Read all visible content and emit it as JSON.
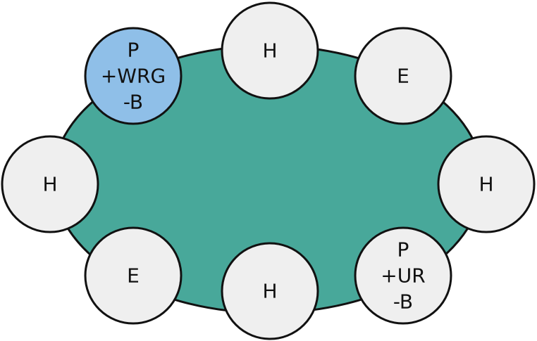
{
  "colors": {
    "table_fill": "#48a89a",
    "seat_fill": "#efefef",
    "seat_highlight_fill": "#8fbfe8",
    "stroke": "#111111"
  },
  "table": {
    "shape": "ellipse"
  },
  "seats": [
    {
      "id": "top-left",
      "lines": [
        "P",
        "+WRG",
        "-B"
      ],
      "highlighted": true
    },
    {
      "id": "top-center",
      "lines": [
        "H"
      ],
      "highlighted": false
    },
    {
      "id": "top-right",
      "lines": [
        "E"
      ],
      "highlighted": false
    },
    {
      "id": "right",
      "lines": [
        "H"
      ],
      "highlighted": false
    },
    {
      "id": "bottom-right",
      "lines": [
        "P",
        "+UR",
        "-B"
      ],
      "highlighted": false
    },
    {
      "id": "bottom-center",
      "lines": [
        "H"
      ],
      "highlighted": false
    },
    {
      "id": "bottom-left",
      "lines": [
        "E"
      ],
      "highlighted": false
    },
    {
      "id": "left",
      "lines": [
        "H"
      ],
      "highlighted": false
    }
  ]
}
